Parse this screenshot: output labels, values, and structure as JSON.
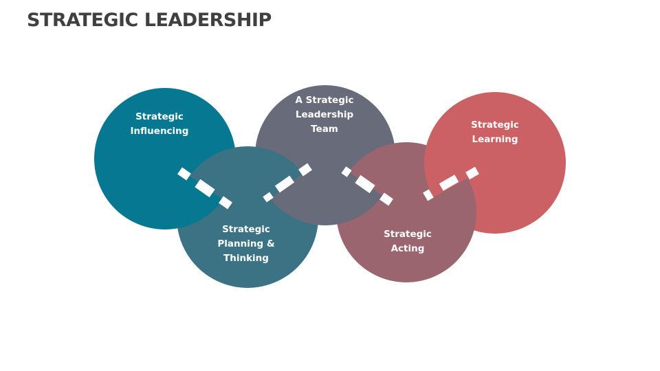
{
  "title": "STRATEGIC LEADERSHIP",
  "background": "#FFFFFF",
  "title_color": "#404040",
  "nodes": [
    {
      "id": "strategic-influencing",
      "lines": [
        "Strategic",
        "Influencing"
      ],
      "color": "#077891"
    },
    {
      "id": "strategic-planning-thinking",
      "lines": [
        "Strategic",
        "Planning &",
        "Thinking"
      ],
      "color": "#3B7284"
    },
    {
      "id": "strategic-leadership-team",
      "lines": [
        "A Strategic",
        "Leadership",
        "Team"
      ],
      "color": "#686B7A"
    },
    {
      "id": "strategic-acting",
      "lines": [
        "Strategic",
        "Acting"
      ],
      "color": "#9A656E"
    },
    {
      "id": "strategic-learning",
      "lines": [
        "Strategic",
        "Learning"
      ],
      "color": "#CC6165"
    }
  ],
  "connector_color": "#FFFFFF"
}
